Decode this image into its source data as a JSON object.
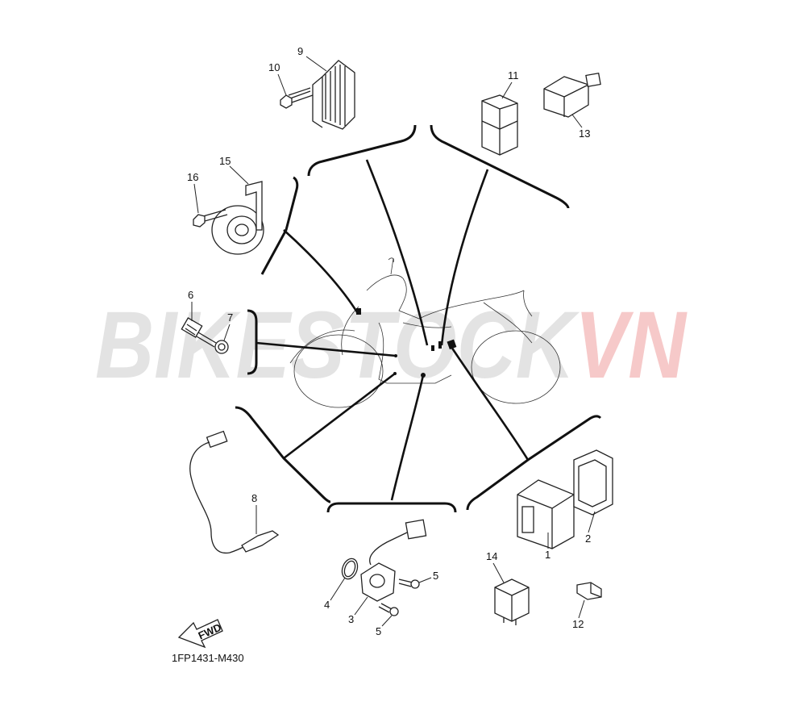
{
  "diagram_code": "1FP1431-M430",
  "watermark": {
    "left": "BIKESTOCK",
    "right": "VN",
    "left_color": "#e3e3e3",
    "right_color": "#f6c9c9"
  },
  "fwd_label": "FWD",
  "parts": [
    {
      "id": "1",
      "label": "1"
    },
    {
      "id": "2",
      "label": "2"
    },
    {
      "id": "3",
      "label": "3"
    },
    {
      "id": "4",
      "label": "4"
    },
    {
      "id": "5a",
      "label": "5"
    },
    {
      "id": "5b",
      "label": "5"
    },
    {
      "id": "6",
      "label": "6"
    },
    {
      "id": "7",
      "label": "7"
    },
    {
      "id": "8",
      "label": "8"
    },
    {
      "id": "9",
      "label": "9"
    },
    {
      "id": "10",
      "label": "10"
    },
    {
      "id": "11",
      "label": "11"
    },
    {
      "id": "12",
      "label": "12"
    },
    {
      "id": "13",
      "label": "13"
    },
    {
      "id": "14",
      "label": "14"
    },
    {
      "id": "15",
      "label": "15"
    },
    {
      "id": "16",
      "label": "16"
    }
  ],
  "icons": {
    "fwd": "fwd-arrow-icon"
  }
}
